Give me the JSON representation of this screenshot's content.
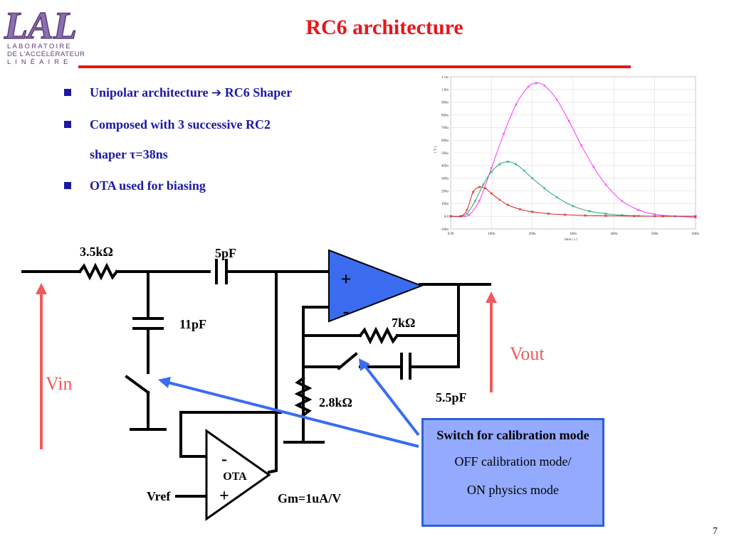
{
  "logo": {
    "mark": "LAL",
    "line1": "LABORATOIRE",
    "line2": "DE L'ACCÉLÉRATEUR",
    "line3": "LINÉAIRE"
  },
  "title": "RC6 architecture",
  "bullets": [
    {
      "a": "Unipolar architecture",
      "arrow": "➔",
      "b": "RC6 Shaper"
    },
    {
      "line1": "Composed with 3 successive RC2",
      "line2": "shaper τ=38ns"
    },
    {
      "text": "OTA used for biasing"
    }
  ],
  "plot": {
    "y_ticks": [
      "1.1m",
      "1.0m",
      "900u",
      "800u",
      "700u",
      "600u",
      "500u",
      "400u",
      "300u",
      "200u",
      "100u",
      "0.0",
      "-100u"
    ],
    "x_ticks": [
      "0.00",
      "100n",
      "200n",
      "300n",
      "400n",
      "500n",
      "600n"
    ],
    "y_label": "( V )",
    "x_label": "time ( s )"
  },
  "chart_data": {
    "type": "line",
    "xlabel": "time ( s )",
    "ylabel": "( V )",
    "xlim": [
      0,
      6e-07
    ],
    "ylim": [
      -0.0001,
      0.0011
    ],
    "grid": true,
    "series": [
      {
        "color": "#ff33ff",
        "x": [
          0,
          2.5e-08,
          4.5e-08,
          7e-08,
          1e-07,
          1.3e-07,
          1.6e-07,
          1.9e-07,
          2.1e-07,
          2.3e-07,
          2.6e-07,
          2.9e-07,
          3.2e-07,
          3.5e-07,
          3.8e-07,
          4.2e-07,
          4.6e-07,
          5e-07,
          5.5e-07,
          6e-07
        ],
        "y": [
          0,
          0,
          1e-05,
          0.00012,
          0.00038,
          0.00065,
          0.00088,
          0.00102,
          0.00105,
          0.00103,
          0.00092,
          0.00075,
          0.00056,
          0.00039,
          0.00025,
          0.00012,
          5e-05,
          1.5e-05,
          0,
          -1e-05
        ]
      },
      {
        "color": "#22aa66",
        "x": [
          0,
          2.5e-08,
          4e-08,
          6e-08,
          8e-08,
          1e-07,
          1.2e-07,
          1.4e-07,
          1.6e-07,
          1.8e-07,
          2e-07,
          2.3e-07,
          2.6e-07,
          3e-07,
          3.4e-07,
          3.8e-07,
          4.2e-07,
          4.6e-07,
          5e-07,
          6e-07
        ],
        "y": [
          0,
          0,
          2e-05,
          0.00012,
          0.00025,
          0.00035,
          0.00041,
          0.00043,
          0.00041,
          0.00036,
          0.0003,
          0.00022,
          0.00015,
          8e-05,
          4e-05,
          2e-05,
          8e-06,
          3e-06,
          0,
          0
        ]
      },
      {
        "color": "#dd2222",
        "x": [
          0,
          2.5e-08,
          4e-08,
          5.5e-08,
          7e-08,
          8.5e-08,
          1e-07,
          1.2e-07,
          1.4e-07,
          1.7e-07,
          2e-07,
          2.4e-07,
          2.8e-07,
          3.3e-07,
          3.8e-07,
          4.5e-07,
          5.2e-07,
          6e-07
        ],
        "y": [
          0,
          0,
          5e-05,
          0.00019,
          0.00023,
          0.00022,
          0.00018,
          0.00013,
          9e-05,
          5.5e-05,
          3.5e-05,
          2e-05,
          1.2e-05,
          6e-06,
          3e-06,
          1e-06,
          0,
          0
        ]
      }
    ]
  },
  "circuit": {
    "r1": "3.5kΩ",
    "c1": "5pF",
    "c2": "11pF",
    "amp_plus": "+",
    "amp_minus": "-",
    "r2": "7kΩ",
    "r3": "2.8kΩ",
    "c3": "5.5pF",
    "vout": "Vout",
    "vin": "Vin",
    "ota_minus": "-",
    "ota_label": "OTA",
    "ota_plus": "+",
    "vref": "Vref",
    "gm": "Gm=1uA/V"
  },
  "callout": {
    "title": "Switch for calibration mode",
    "line2": "OFF calibration mode/",
    "line3": "ON physics mode"
  },
  "page_number": "7",
  "colors": {
    "title": "#e8161b",
    "bullets": "#1a1aa6",
    "amp": "#3b6cf0",
    "callout_bg": "#93aaff",
    "arrows": "#f05a5a",
    "callout_arrow": "#3b6cf0"
  }
}
